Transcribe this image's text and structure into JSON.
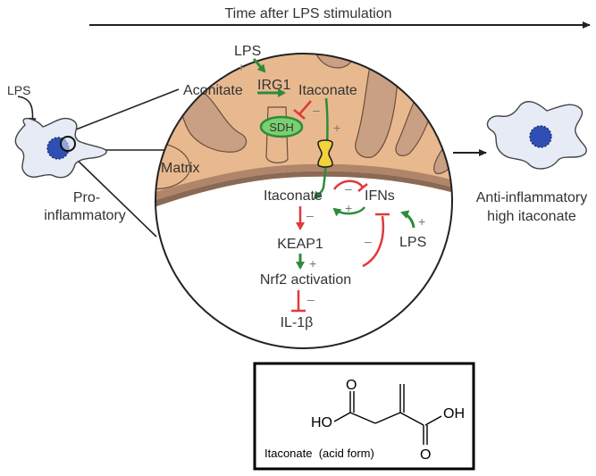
{
  "timeline": {
    "label": "Time after LPS stimulation"
  },
  "left_cell": {
    "stimulus_label": "LPS",
    "state_label_line1": "Pro-",
    "state_label_line2": "inflammatory"
  },
  "right_cell": {
    "state_label_line1": "Anti-inflammatory",
    "state_label_line2": "high itaconate"
  },
  "mitochondrion": {
    "matrix_label": "Matrix",
    "lps_label": "LPS",
    "lps_sign": "+",
    "aconitate_label": "Aconitate",
    "enzyme_label": "IRG1",
    "itaconate_label": "Itaconate",
    "sdh_label": "SDH",
    "sdh_sign": "–",
    "transport_sign": "+"
  },
  "cytosol": {
    "itaconate_label": "Itaconate",
    "ifns_label": "IFNs",
    "keap1_label": "KEAP1",
    "nrf2_label": "Nrf2 activation",
    "il1b_label": "IL-1β",
    "lps_label": "LPS",
    "signs": {
      "itaconate_to_ifns": "–",
      "ifns_to_itaconate": "+",
      "itaconate_to_keap1": "–",
      "keap1_to_nrf2": "+",
      "nrf2_to_il1b": "–",
      "nrf2_to_ifns": "–",
      "lps_to_ifns": "+"
    }
  },
  "structure_box": {
    "caption": "Itaconate  (acid form)",
    "atom_ho": "HO",
    "atom_oh": "OH",
    "atom_o_top": "O",
    "atom_o_bottom": "O"
  },
  "colors": {
    "activation_green": "#2e8b3e",
    "inhibition_red": "#e0393b",
    "matrix_tan": "#e8b98f",
    "membrane_brown": "#c9a083",
    "cell_fill": "#e6ebf6",
    "nucleus_blue": "#2f4fb5",
    "transporter_yellow": "#f2d33c"
  }
}
